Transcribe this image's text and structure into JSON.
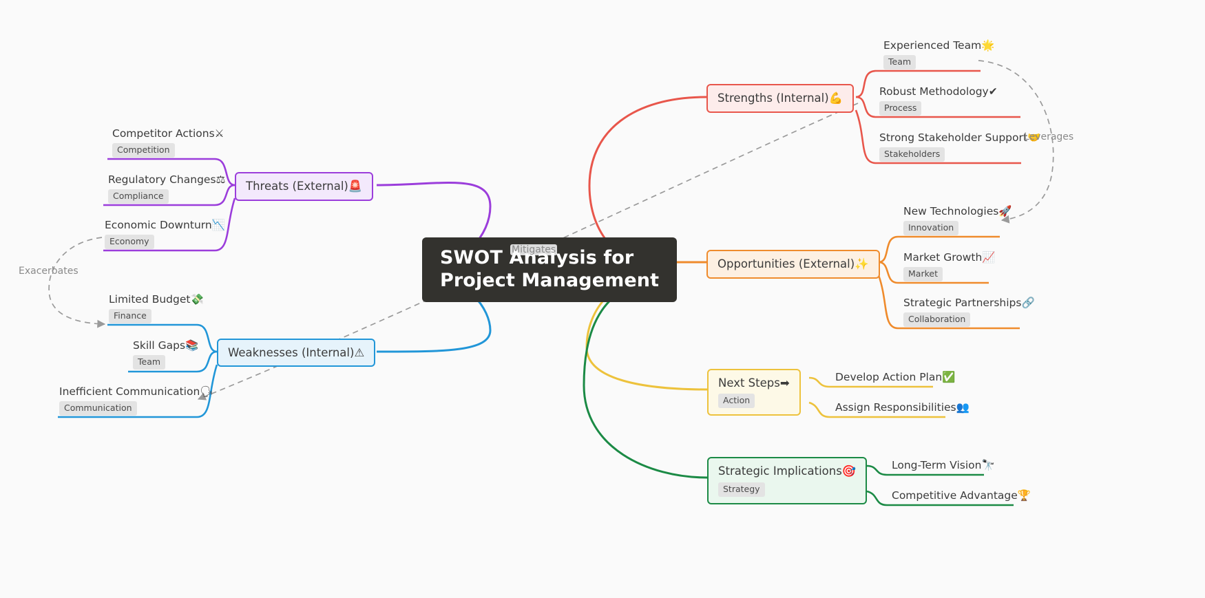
{
  "colors": {
    "background": "#fafafa",
    "central_bg": "#33322e",
    "central_text": "#ffffff",
    "strengths": "#e8564b",
    "strengths_fill": "#fdeceb",
    "weaknesses": "#2196d8",
    "weaknesses_fill": "#e6f3fb",
    "threats": "#9b3ddb",
    "threats_fill": "#f3e9fc",
    "opportunities": "#ef8b2c",
    "opportunities_fill": "#fdf0e2",
    "next_steps": "#edc23c",
    "next_steps_fill": "#fdf9e7",
    "strategic": "#1b8a45",
    "strategic_fill": "#eaf7ee",
    "tag_bg": "#e3e3e3",
    "cross_link": "#9a9a9a",
    "text": "#3b3b3b"
  },
  "central": {
    "line1": "SWOT Analysis for",
    "line2": "Project Management"
  },
  "branches": [
    {
      "id": "strengths",
      "label": "Strengths (Internal)",
      "emoji": "💪",
      "color_key": "strengths",
      "children": [
        {
          "label": "Experienced Team",
          "emoji": "🌟",
          "tag": "Team"
        },
        {
          "label": "Robust Methodology",
          "emoji": "✔",
          "tag": "Process"
        },
        {
          "label": "Strong Stakeholder Support",
          "emoji": "🤝",
          "tag": "Stakeholders"
        }
      ]
    },
    {
      "id": "opportunities",
      "label": "Opportunities (External)",
      "emoji": "✨",
      "color_key": "opportunities",
      "children": [
        {
          "label": "New Technologies",
          "emoji": "🚀",
          "tag": "Innovation"
        },
        {
          "label": "Market Growth",
          "emoji": "📈",
          "tag": "Market"
        },
        {
          "label": "Strategic Partnerships",
          "emoji": "🔗",
          "tag": "Collaboration"
        }
      ]
    },
    {
      "id": "next-steps",
      "label": "Next Steps",
      "emoji": "➡",
      "color_key": "next_steps",
      "tag": "Action",
      "children": [
        {
          "label": "Develop Action Plan",
          "emoji": "✅",
          "tag": ""
        },
        {
          "label": "Assign Responsibilities",
          "emoji": "👥",
          "tag": ""
        }
      ]
    },
    {
      "id": "strategic-implications",
      "label": "Strategic Implications",
      "emoji": "🎯",
      "color_key": "strategic",
      "tag": "Strategy",
      "children": [
        {
          "label": "Long-Term Vision",
          "emoji": "🔭",
          "tag": ""
        },
        {
          "label": "Competitive Advantage",
          "emoji": "🏆",
          "tag": ""
        }
      ]
    },
    {
      "id": "threats",
      "label": "Threats (External)",
      "emoji": "🚨",
      "color_key": "threats",
      "children": [
        {
          "label": "Competitor Actions",
          "emoji": "⚔",
          "tag": "Competition"
        },
        {
          "label": "Regulatory Changes",
          "emoji": "⚖",
          "tag": "Compliance"
        },
        {
          "label": "Economic Downturn",
          "emoji": "📉",
          "tag": "Economy"
        }
      ]
    },
    {
      "id": "weaknesses",
      "label": "Weaknesses (Internal)",
      "emoji": "⚠",
      "color_key": "weaknesses",
      "children": [
        {
          "label": "Limited Budget",
          "emoji": "💸",
          "tag": "Finance"
        },
        {
          "label": "Skill Gaps",
          "emoji": "📚",
          "tag": "Team"
        },
        {
          "label": "Inefficient Communication",
          "emoji": "🗣",
          "tag": "Communication"
        }
      ]
    }
  ],
  "cross_links": [
    {
      "id": "leverages",
      "label": "Leverages"
    },
    {
      "id": "mitigates",
      "label": "Mitigates"
    },
    {
      "id": "exacerbates",
      "label": "Exacerbates"
    }
  ]
}
